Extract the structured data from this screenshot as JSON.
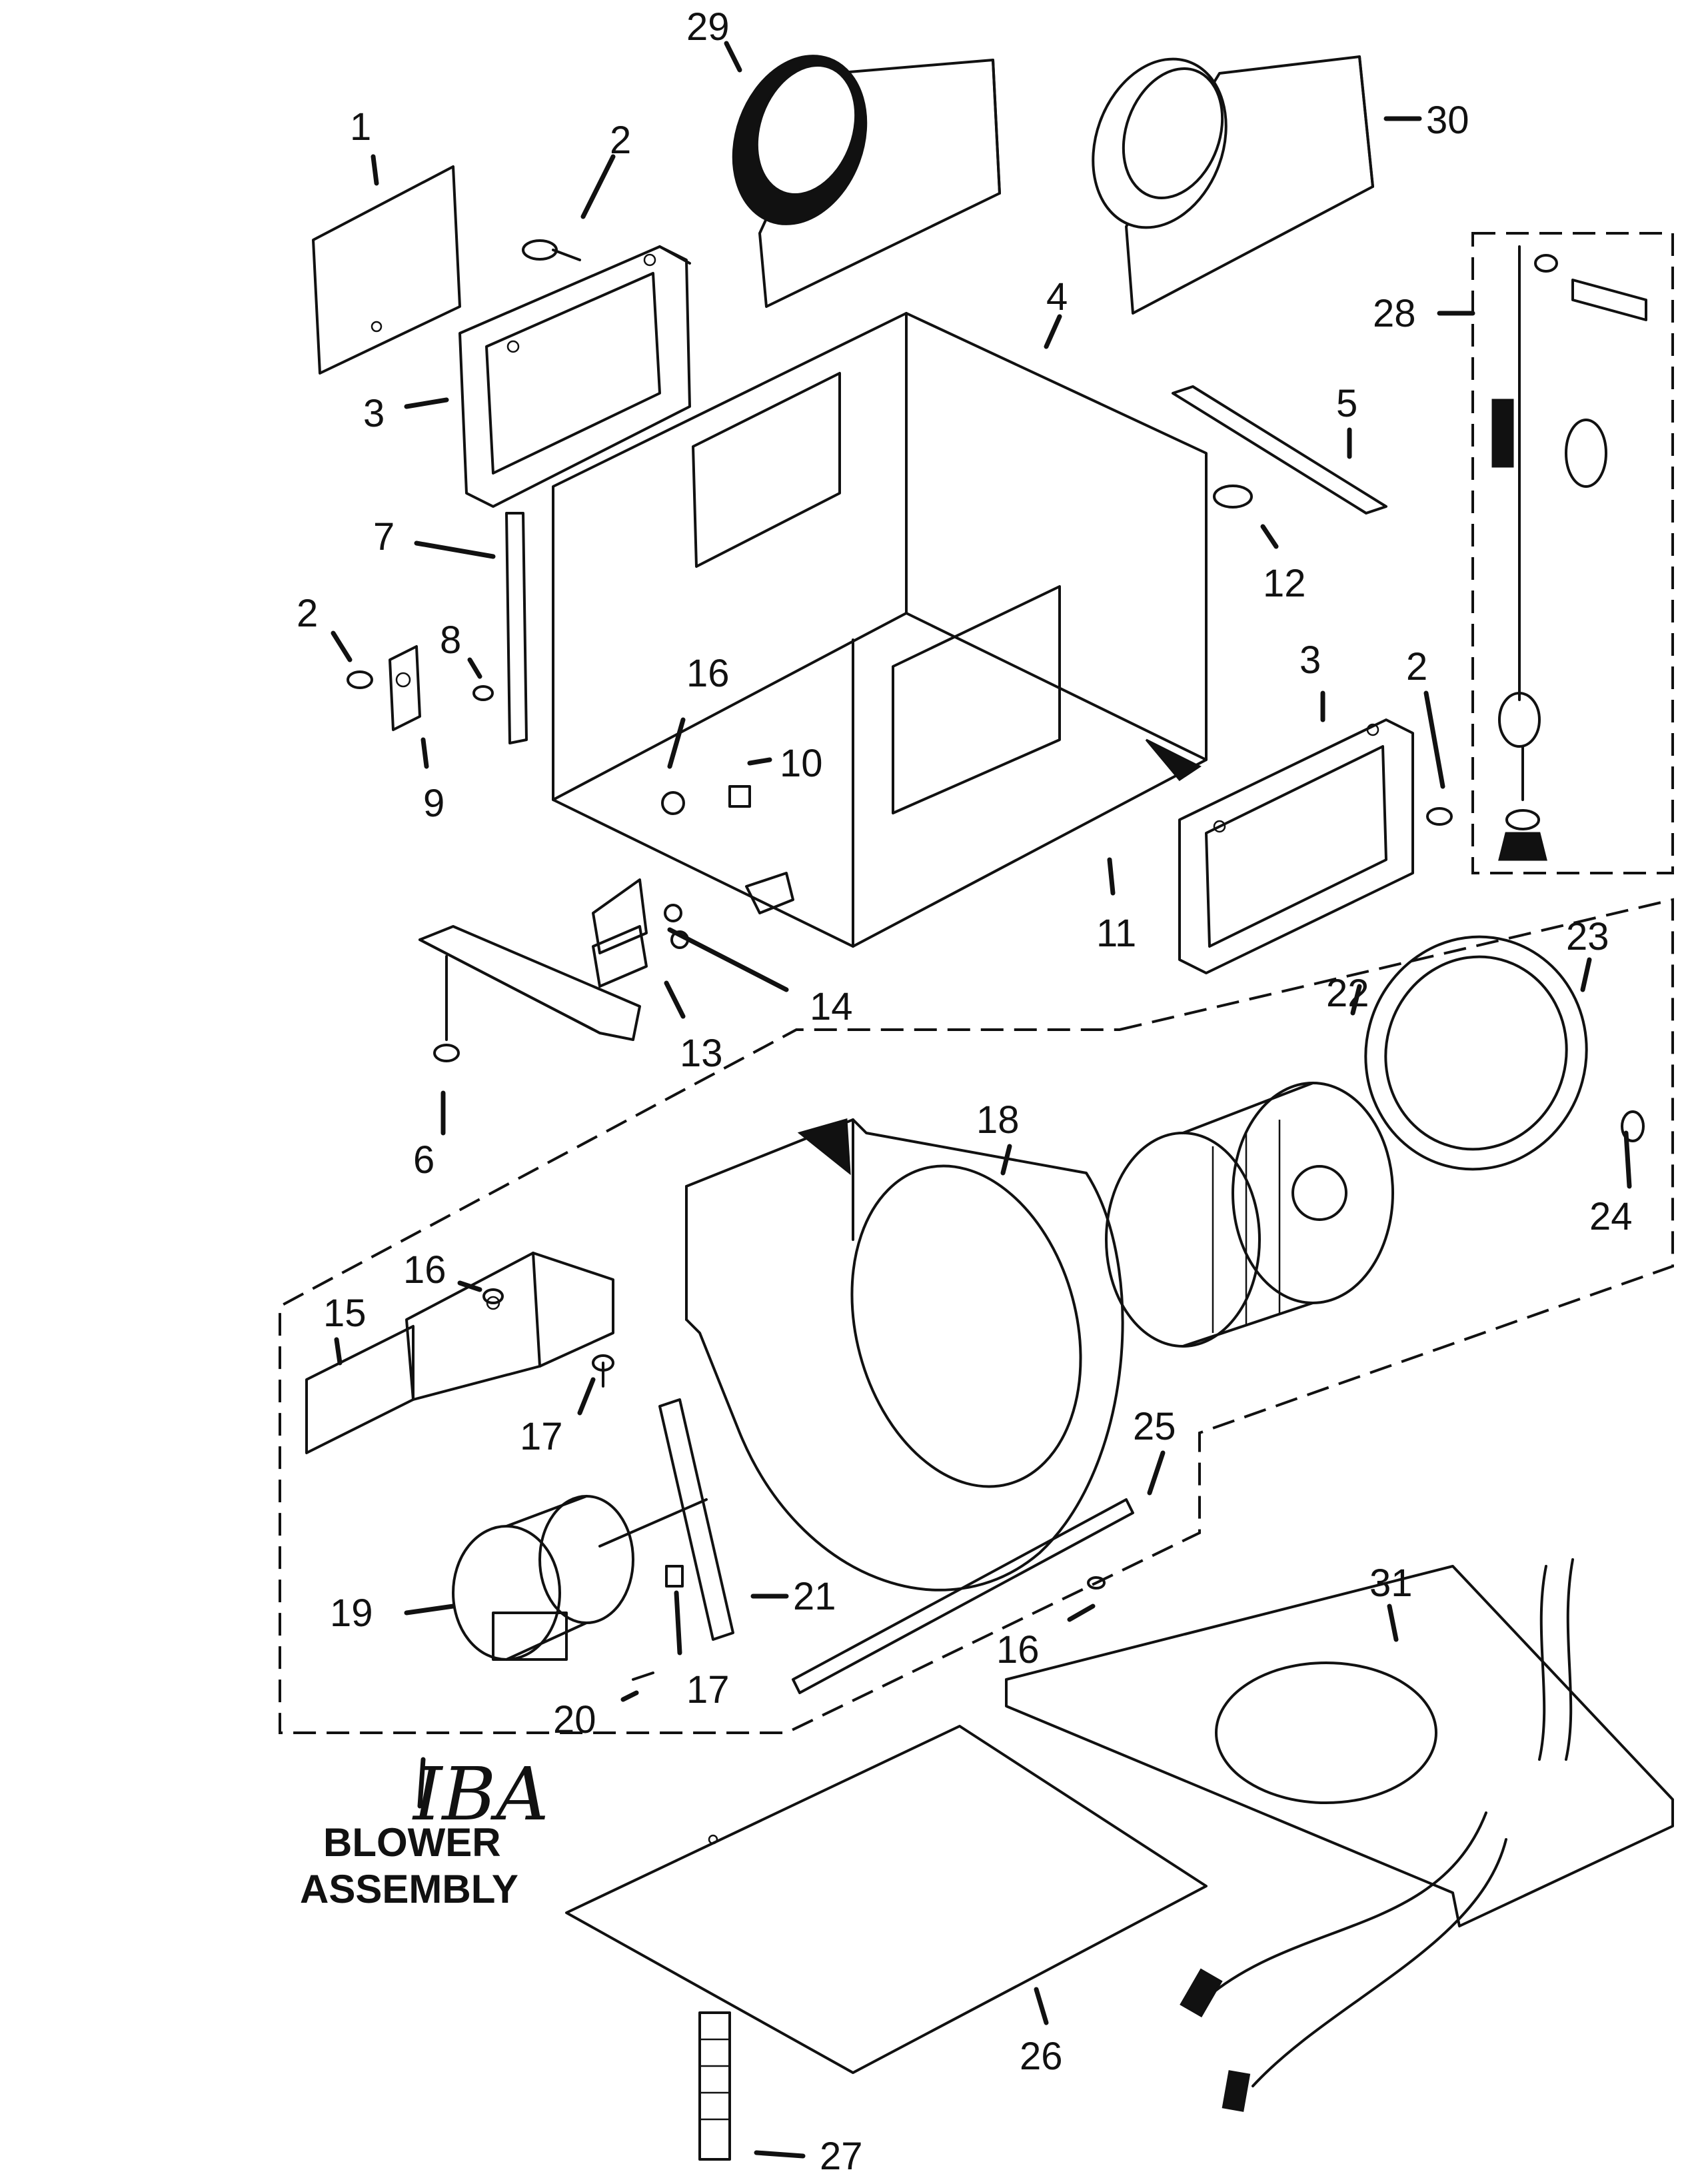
{
  "callouts": [
    {
      "id": "1",
      "label": "1"
    },
    {
      "id": "2",
      "label": "2"
    },
    {
      "id": "3",
      "label": "3"
    },
    {
      "id": "4",
      "label": "4"
    },
    {
      "id": "5",
      "label": "5"
    },
    {
      "id": "6",
      "label": "6"
    },
    {
      "id": "7",
      "label": "7"
    },
    {
      "id": "8",
      "label": "8"
    },
    {
      "id": "9",
      "label": "9"
    },
    {
      "id": "10",
      "label": "10"
    },
    {
      "id": "11",
      "label": "11"
    },
    {
      "id": "12",
      "label": "12"
    },
    {
      "id": "13",
      "label": "13"
    },
    {
      "id": "14",
      "label": "14"
    },
    {
      "id": "15",
      "label": "15"
    },
    {
      "id": "16",
      "label": "16"
    },
    {
      "id": "17",
      "label": "17"
    },
    {
      "id": "18",
      "label": "18"
    },
    {
      "id": "19",
      "label": "19"
    },
    {
      "id": "20",
      "label": "20"
    },
    {
      "id": "21",
      "label": "21"
    },
    {
      "id": "22",
      "label": "22"
    },
    {
      "id": "23",
      "label": "23"
    },
    {
      "id": "24",
      "label": "24"
    },
    {
      "id": "25",
      "label": "25"
    },
    {
      "id": "26",
      "label": "26"
    },
    {
      "id": "27",
      "label": "27"
    },
    {
      "id": "28",
      "label": "28"
    },
    {
      "id": "29",
      "label": "29"
    },
    {
      "id": "30",
      "label": "30"
    },
    {
      "id": "31",
      "label": "31"
    }
  ],
  "assembly": {
    "handwritten_code": "IBA",
    "caption_line1": "BLOWER",
    "caption_line2": "ASSEMBLY"
  }
}
